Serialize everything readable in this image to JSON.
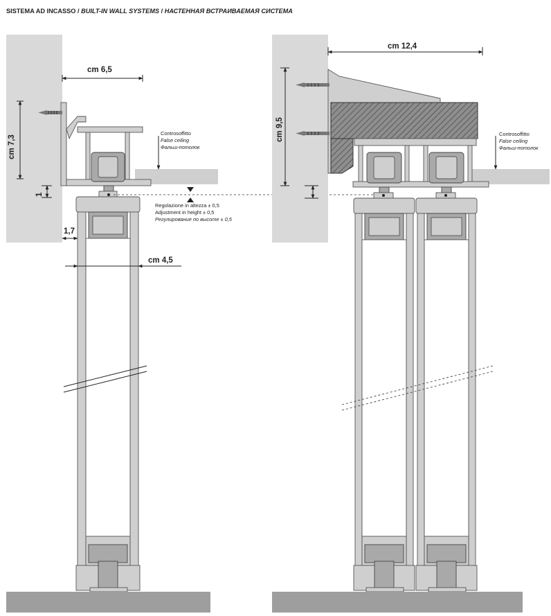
{
  "header": {
    "title_it": "SISTEMA AD INCASSO",
    "title_en": "BUILT-IN WALL SYSTEMS",
    "title_ru": "НАСТЕННАЯ ВСТРАИВАЕМАЯ СИСТЕМА",
    "separator": " / "
  },
  "left_view": {
    "dim_width_top": "cm  6,5",
    "dim_height": "cm  7,3",
    "dim_gap": "1",
    "dim_wall_offset": "1,7",
    "dim_panel_width": "cm  4,5",
    "ceiling_label": [
      "Controsoffitto",
      "False ceiling",
      "Фальш-потолок"
    ],
    "adjustment_label": [
      "Regolazione in altezza ± 0,5",
      "Adjustment in height ± 0,5",
      "Регулирование по высоте ± 0,5"
    ]
  },
  "right_view": {
    "dim_width_top": "cm  12,4",
    "dim_height": "cm  9,5",
    "ceiling_label": [
      "Controsoffitto",
      "False ceiling",
      "Фальш-потолок"
    ]
  },
  "colors": {
    "wall": "#d9d9d9",
    "floor": "#9e9e9e",
    "aluminium": "#cfcfcf"
  }
}
